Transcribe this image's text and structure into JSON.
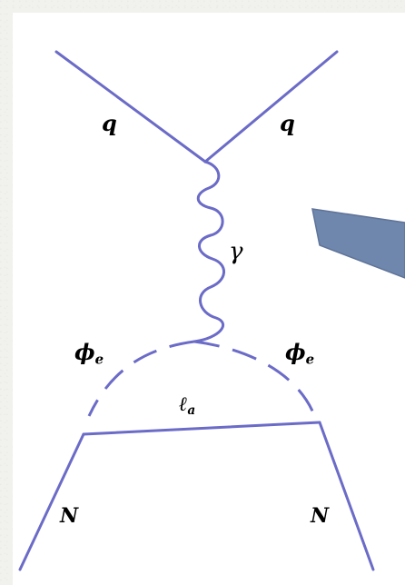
{
  "labels": {
    "quark_left": "q",
    "quark_right": "q",
    "photon": "γ",
    "scalar_left": {
      "base": "ϕ",
      "sub": "e"
    },
    "scalar_right": {
      "base": "ϕ",
      "sub": "e"
    },
    "lepton": {
      "base": "ℓ",
      "sub": "a"
    },
    "nucleon_left": "N",
    "nucleon_right": "N"
  },
  "colors": {
    "line": "#6b6bc8",
    "arrow_fill": "#6f87ad",
    "arrow_stroke": "#5f7398",
    "page_background": "#f1f1ee",
    "card_background": "#ffffff"
  }
}
